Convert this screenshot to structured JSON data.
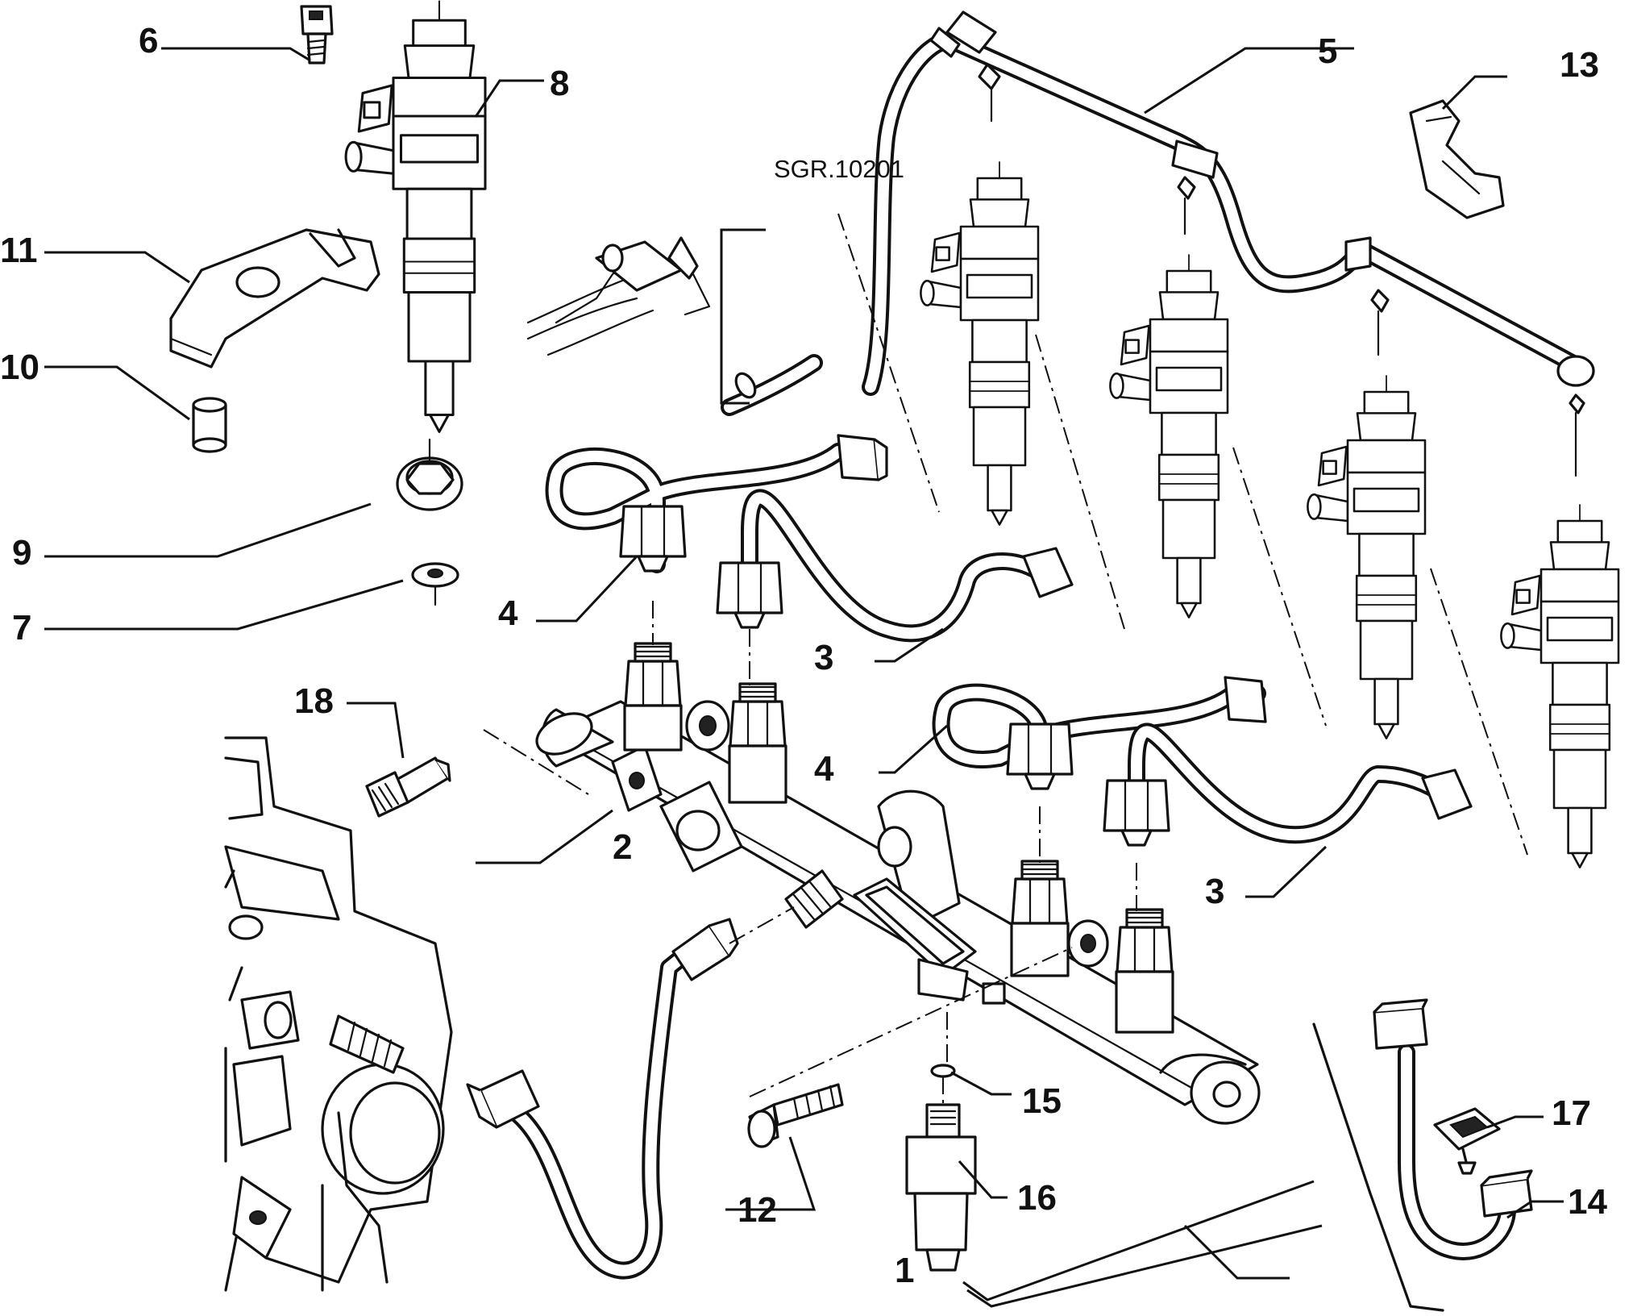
{
  "reference_label": "SGR.10201",
  "callouts": [
    "1",
    "2",
    "3",
    "3",
    "4",
    "4",
    "5",
    "6",
    "7",
    "8",
    "9",
    "10",
    "11",
    "12",
    "13",
    "14",
    "15",
    "16",
    "17",
    "18"
  ]
}
